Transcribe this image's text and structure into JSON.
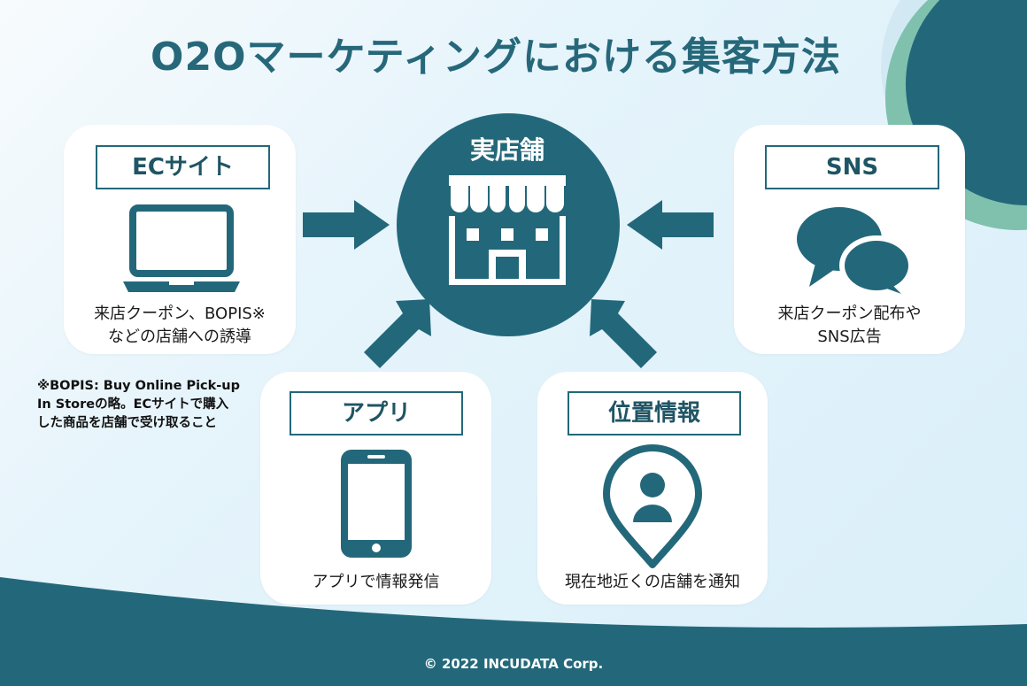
{
  "title": "O2Oマーケティングにおける集客方法",
  "center": {
    "label": "実店舗"
  },
  "cards": {
    "ec": {
      "label": "ECサイト",
      "desc_line1": "来店クーポン、BOPIS※",
      "desc_line2": "などの店舗への誘導"
    },
    "sns": {
      "label": "SNS",
      "desc_line1": "来店クーポン配布や",
      "desc_line2": "SNS広告"
    },
    "app": {
      "label": "アプリ",
      "desc": "アプリで情報発信"
    },
    "location": {
      "label": "位置情報",
      "desc": "現在地近くの店舗を通知"
    }
  },
  "note": {
    "line1": "※BOPIS: Buy Online Pick-up",
    "line2": "In Storeの略。ECサイトで購入",
    "line3": "した商品を店舗で受け取ること"
  },
  "footer": "© 2022 INCUDATA Corp.",
  "colors": {
    "primary": "#23687a",
    "title": "#26687a",
    "accent_green": "#7fc1ad",
    "background": "#dff1fa",
    "card": "#ffffff"
  },
  "icons": [
    "laptop-icon",
    "speech-bubbles-icon",
    "smartphone-icon",
    "location-pin-icon",
    "storefront-icon",
    "arrow-icon"
  ]
}
